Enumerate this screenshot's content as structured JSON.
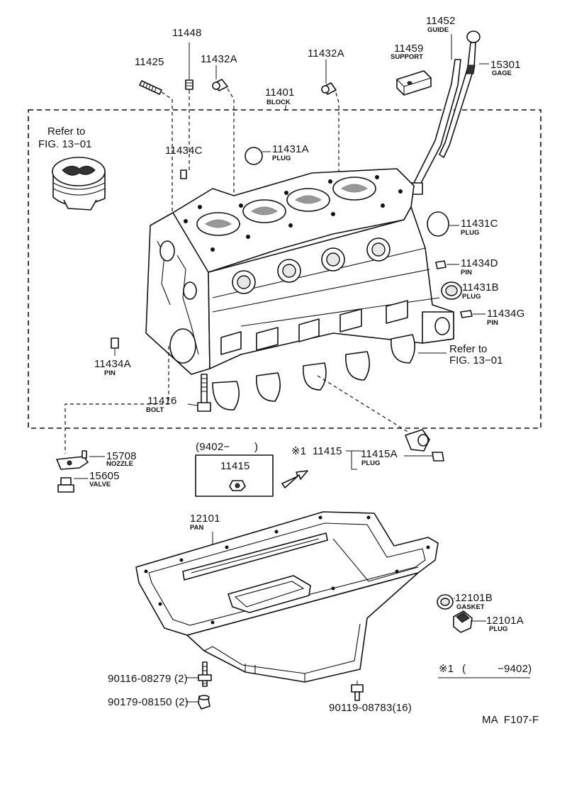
{
  "block": {
    "number": "11401",
    "name": "BLOCK"
  },
  "dipstick_guide": {
    "number": "11452",
    "name": "GUIDE"
  },
  "support": {
    "number": "11459",
    "name": "SUPPORT"
  },
  "gage": {
    "number": "15301",
    "name": "GAGE"
  },
  "stud": {
    "number": "11425"
  },
  "set_screw": {
    "number": "11448"
  },
  "plug_a_left": {
    "number": "11432A"
  },
  "plug_a_right": {
    "number": "11432A"
  },
  "plug_431a": {
    "number": "11431A",
    "name": "PLUG"
  },
  "pin_434c": {
    "number": "11434C"
  },
  "plug_431c": {
    "number": "11431C",
    "name": "PLUG"
  },
  "pin_434d": {
    "number": "11434D",
    "name": "PIN"
  },
  "plug_431b": {
    "number": "11431B",
    "name": "PLUG"
  },
  "pin_434g": {
    "number": "11434G",
    "name": "PIN"
  },
  "pin_434a": {
    "number": "11434A",
    "name": "PIN"
  },
  "bolt": {
    "number": "11416",
    "name": "BOLT"
  },
  "refer_piston": {
    "line1": "Refer to",
    "line2": "FIG. 13−01"
  },
  "refer_bearing": {
    "line1": "Refer to",
    "line2": "FIG. 13−01"
  },
  "nozzle": {
    "number": "15708",
    "name": "NOZZLE"
  },
  "valve": {
    "number": "15605",
    "name": "VALVE"
  },
  "inset": {
    "range": "(9402−",
    "close": ")",
    "number": "11415"
  },
  "drain_plug": {
    "mark": "※1",
    "number": "11415",
    "sub_number": "11415A",
    "name": "PLUG"
  },
  "oil_pan": {
    "number": "12101",
    "name": "PAN"
  },
  "gasket": {
    "number": "12101B",
    "name": "GASKET"
  },
  "pan_plug": {
    "number": "12101A",
    "name": "PLUG"
  },
  "stud_bolt": {
    "number": "90116-08279 (2)"
  },
  "nut": {
    "number": "90179-08150 (2)"
  },
  "pan_bolt": {
    "number": "90119-08783(16)"
  },
  "footnote": {
    "mark": "※1",
    "open": "(",
    "range": "−9402)"
  },
  "figure_code": "MA  F107-F"
}
